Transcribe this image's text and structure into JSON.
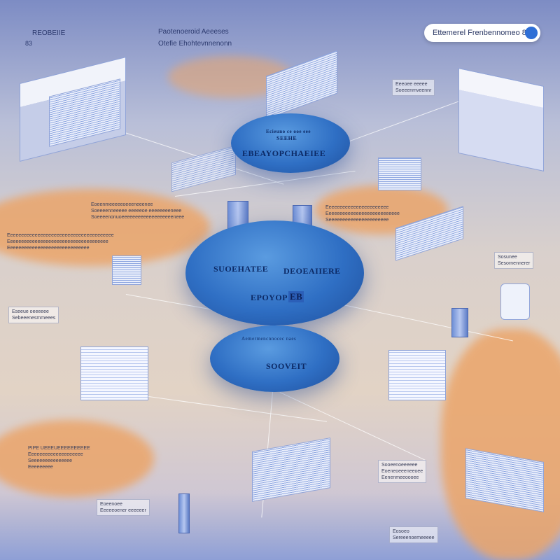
{
  "header": {
    "left_title": "REOBEIIE",
    "left_sub": "83",
    "center_line1": "Paotenoeroid Aeeeses",
    "center_line2": "Otefie Ehohtevnnenonn"
  },
  "search": {
    "text": "Ettemerel Frenbennomeo 8&"
  },
  "clouds": {
    "top": {
      "small": "Ecieuno ce ooe eee",
      "small2": "SEEHE",
      "main": "EBEAYOPCHAEIEE"
    },
    "middle": {
      "left": "SUOEHATEE",
      "right": "DEOEAIIERE",
      "bottom": "EPOYOP",
      "badge": "EB"
    },
    "lower": {
      "small": "Aemermencnnocec naes",
      "main": "SOOVEIT"
    }
  },
  "labels": {
    "top_right_box": [
      "Eeeoee eeeee",
      "Soeeenmveennr"
    ],
    "right_box": [
      "Sosunee",
      "Sesornennerer"
    ],
    "left_box": [
      "Eseeue oeeeeee",
      "Sebeeenesmmeees"
    ],
    "bottom_center_box": [
      "Eoeenoee",
      "Eeeeeoener eeeeeer"
    ],
    "bottom_right_box": [
      "Sooeenoeeeeee",
      "Eoeneoeeeneeoee",
      "Eenenmeeoooee"
    ],
    "bottom_far_right": [
      "Eosoeo",
      "Sereeenoemeeeee"
    ],
    "orange_left_text": [
      "Eoeenmeeeeeoeeeneeenee",
      "Soeeeenneeeee eeeeeoe eeeeeeeeneee",
      "Soeeeenonuoeeeeeeeeeeeeeeeeeeeneee"
    ],
    "orange_right_text": [
      "Eeeeeeeeeeeeeeeeeeeeeee",
      "Eeeeeeeeeeeeeeeeeeeeeeeeeee",
      "Seeeeeeeeeeeeeeeeeeeeee"
    ],
    "orange_bottom_left_text": [
      "PIPE UEEEUEEEEEEEEEE",
      "Eeeeeeeeeeeeeeeeeeee",
      "Seeeeeeeeeeeeeee",
      "Eeeeeeeee"
    ],
    "far_left_text": [
      "Eeeeeeeeeeeeeeeeeeeeeeeeeeeeeeeeeeeeeee",
      "Eeeeeeeeeeeeeeeeeeeeeeeeeeeeeeeeeeeee",
      "Eeeeeeeeeeeeeeeeeeeeeeeeeeeeee"
    ]
  }
}
